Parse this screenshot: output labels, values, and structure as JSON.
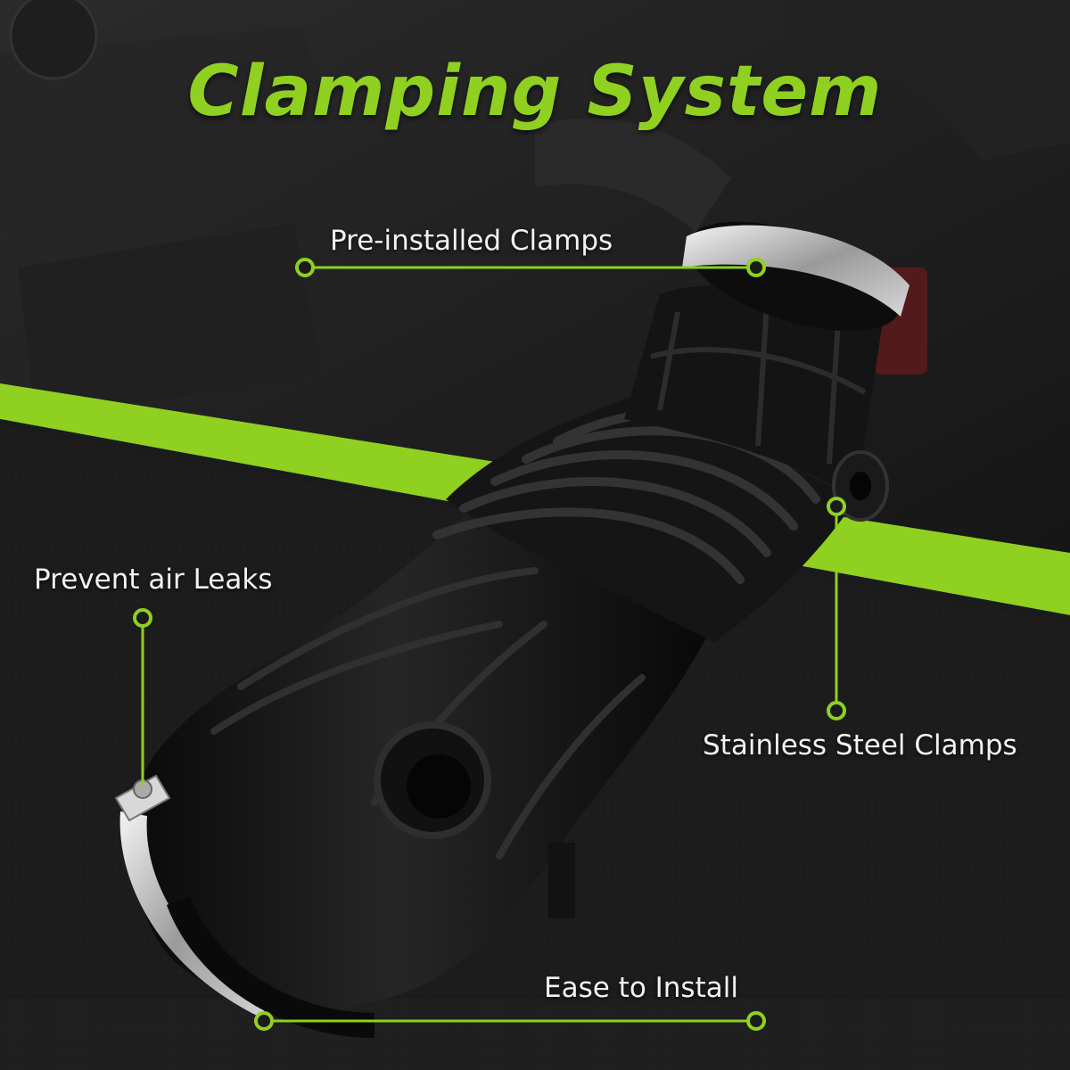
{
  "title": "Clamping System",
  "callouts": {
    "pre_installed": "Pre-installed Clamps",
    "prevent_leaks": "Prevent air Leaks",
    "stainless": "Stainless Steel Clamps",
    "ease": "Ease to Install"
  },
  "colors": {
    "accent": "#8fd021",
    "background": "#1b1b1b",
    "text": "#f2f2f2"
  }
}
